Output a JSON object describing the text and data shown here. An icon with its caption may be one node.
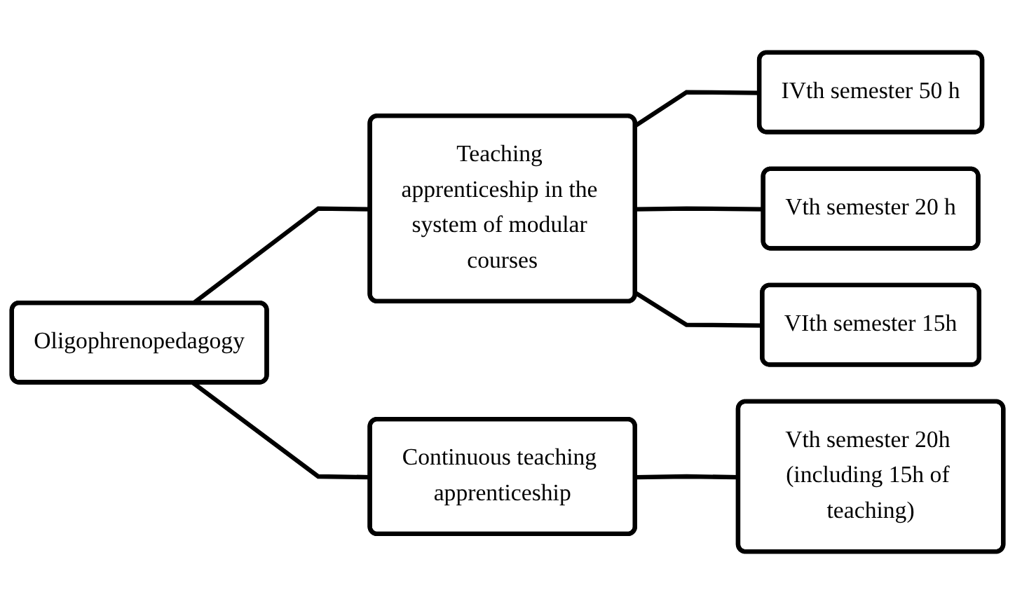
{
  "diagram": {
    "nodes": [
      {
        "text": [
          "Oligophrenopedagogy"
        ]
      },
      {
        "text": [
          "Teaching apprenticeship in the system of modular courses"
        ]
      },
      {
        "text": [
          "IVth semester 50 h"
        ]
      },
      {
        "text": [
          "Vth semester 20 h"
        ]
      },
      {
        "text": [
          "VIth semester 15h"
        ]
      },
      {
        "text": [
          "Continuous teaching apprenticeship"
        ]
      },
      {
        "text": [
          "Vth semester 20h (including 15h of teaching)"
        ]
      }
    ],
    "edges": [
      {
        "from": 0,
        "to": 1,
        "arrow": "none"
      },
      {
        "from": 0,
        "to": 5,
        "arrow": "none"
      },
      {
        "from": 1,
        "to": 2,
        "arrow": "none"
      },
      {
        "from": 1,
        "to": 3,
        "arrow": "none"
      },
      {
        "from": 1,
        "to": 4,
        "arrow": "none"
      },
      {
        "from": 5,
        "to": 6,
        "arrow": "none"
      }
    ]
  }
}
